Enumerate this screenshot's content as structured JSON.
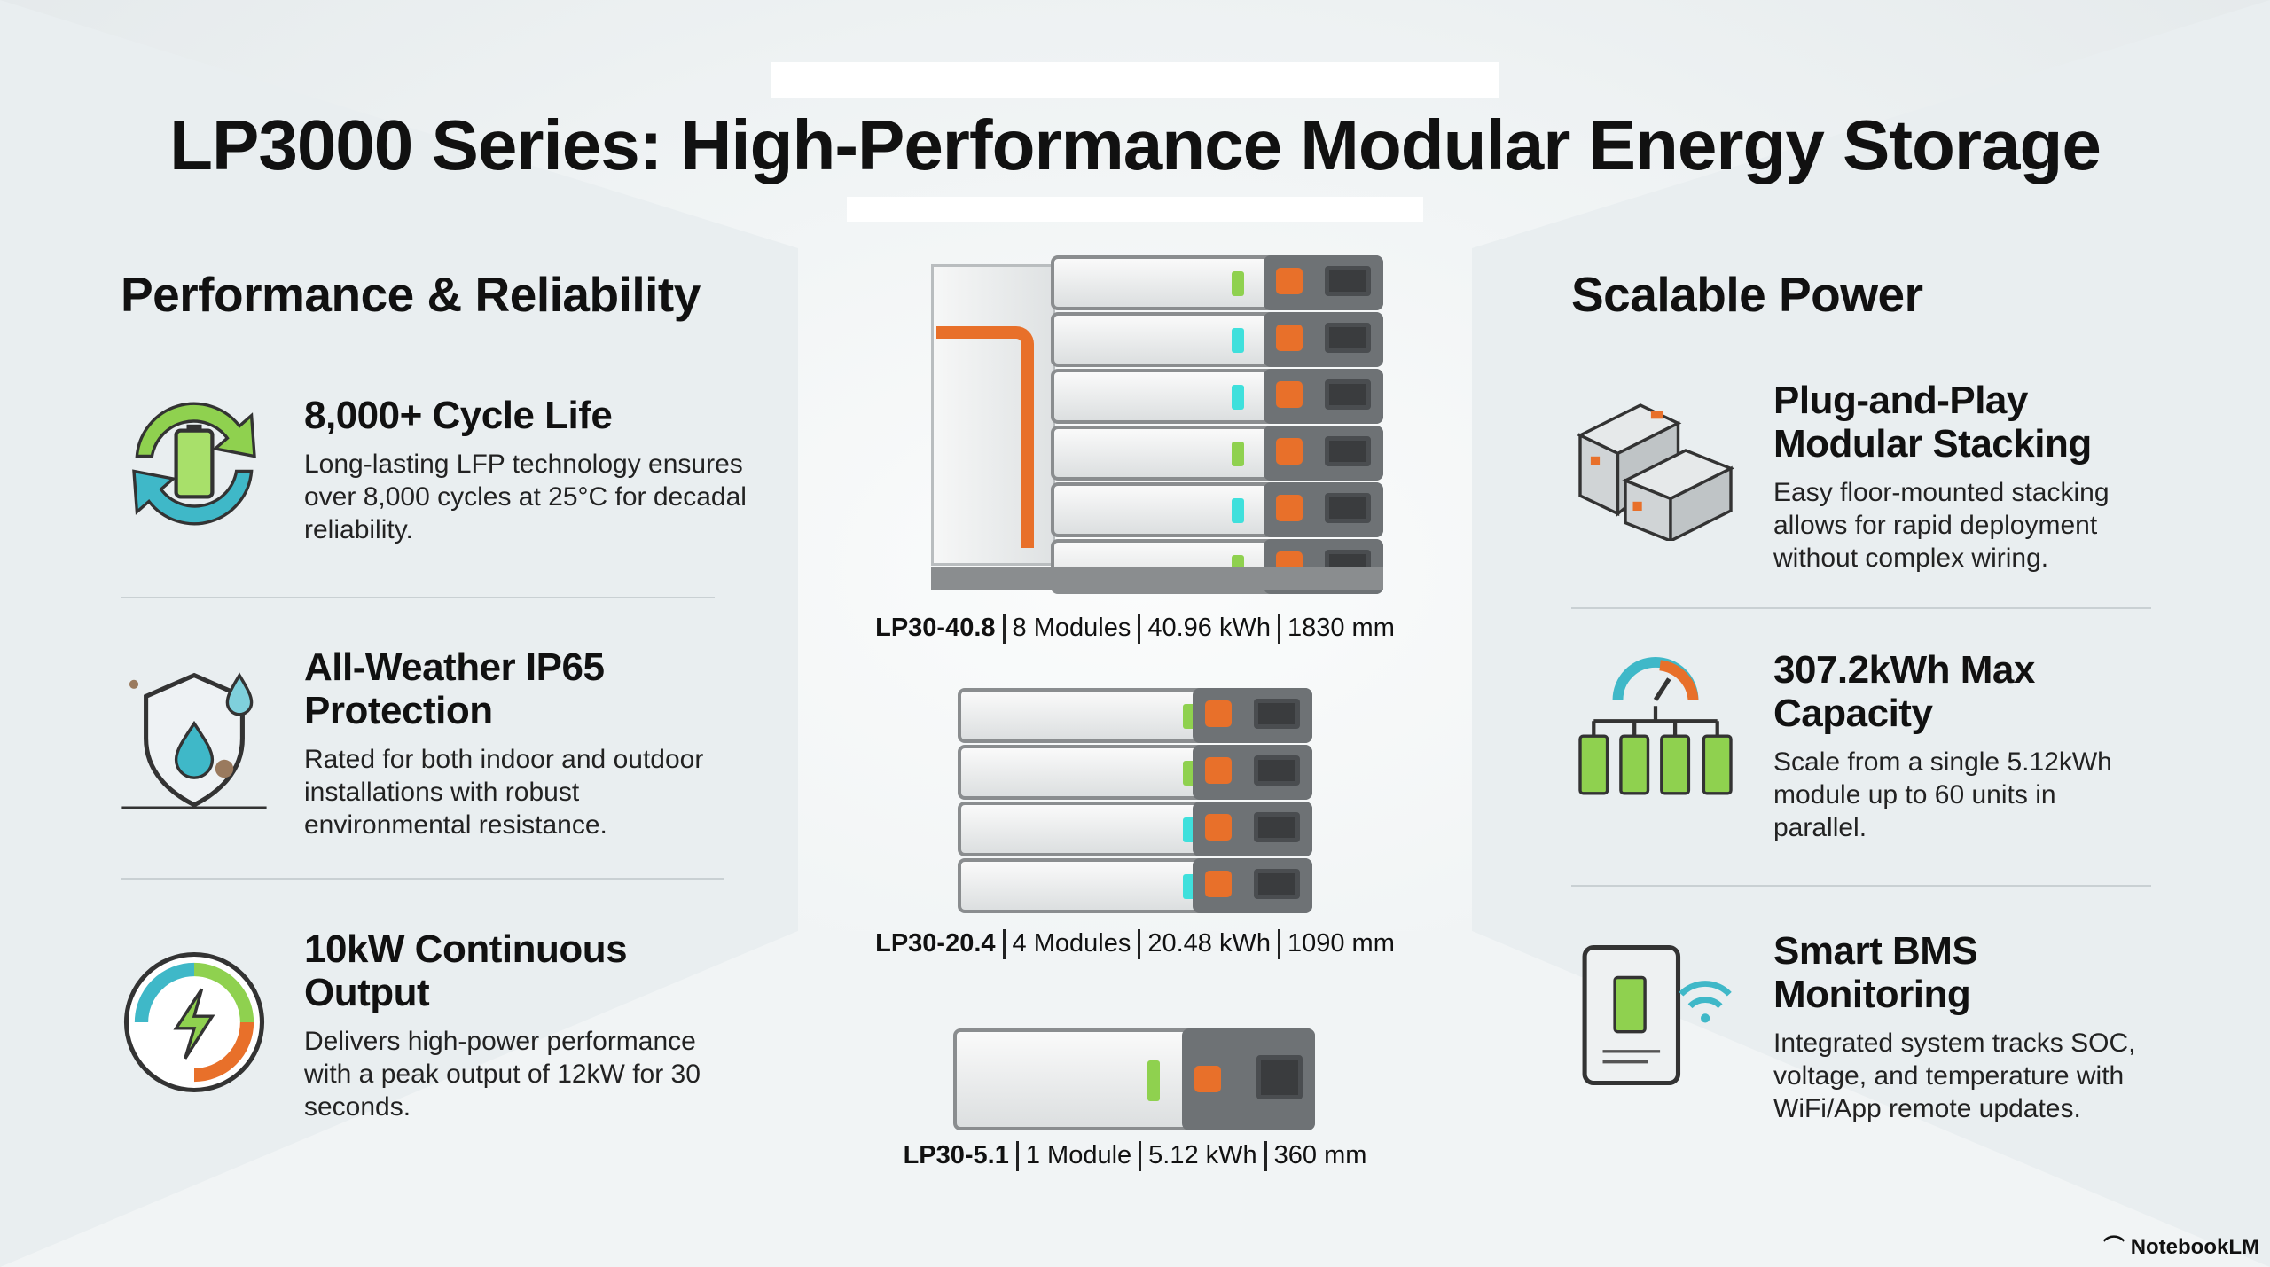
{
  "title": "LP3000 Series: High-Performance Modular Energy Storage",
  "left": {
    "heading": "Performance & Reliability",
    "items": [
      {
        "icon": "battery-cycle-icon",
        "title": "8,000+ Cycle Life",
        "desc": "Long-lasting LFP technology ensures over 8,000 cycles at 25°C for decadal reliability."
      },
      {
        "icon": "shield-water-icon",
        "title": "All-Weather IP65 Protection",
        "desc": "Rated for both indoor and outdoor installations with robust environmental resistance."
      },
      {
        "icon": "power-gauge-icon",
        "title": "10kW Continuous Output",
        "desc": "Delivers high-power performance with a peak output of 12kW for 30 seconds."
      }
    ]
  },
  "right": {
    "heading": "Scalable Power",
    "items": [
      {
        "icon": "modular-stacking-icon",
        "title": "Plug-and-Play Modular Stacking",
        "desc": "Easy floor-mounted stacking allows for rapid deployment without complex wiring."
      },
      {
        "icon": "capacity-gauge-icon",
        "title": "307.2kWh Max Capacity",
        "desc": "Scale from a single 5.12kWh module up to 60 units in parallel."
      },
      {
        "icon": "tablet-wifi-icon",
        "title": "Smart BMS Monitoring",
        "desc": "Integrated system tracks SOC, voltage, and temperature with WiFi/App remote updates."
      }
    ]
  },
  "products": [
    {
      "model": "LP30-40.8",
      "modules": "8 Modules",
      "energy": "40.96 kWh",
      "height": "1830 mm"
    },
    {
      "model": "LP30-20.4",
      "modules": "4 Modules",
      "energy": "20.48 kWh",
      "height": "1090 mm"
    },
    {
      "model": "LP30-5.1",
      "modules": "1 Module",
      "energy": "5.12 kWh",
      "height": "360 mm"
    }
  ],
  "colors": {
    "green": "#8fd14f",
    "teal": "#3fb8c8",
    "orange": "#e8702a",
    "gray": "#6e7275"
  },
  "brand": "NotebookLM"
}
